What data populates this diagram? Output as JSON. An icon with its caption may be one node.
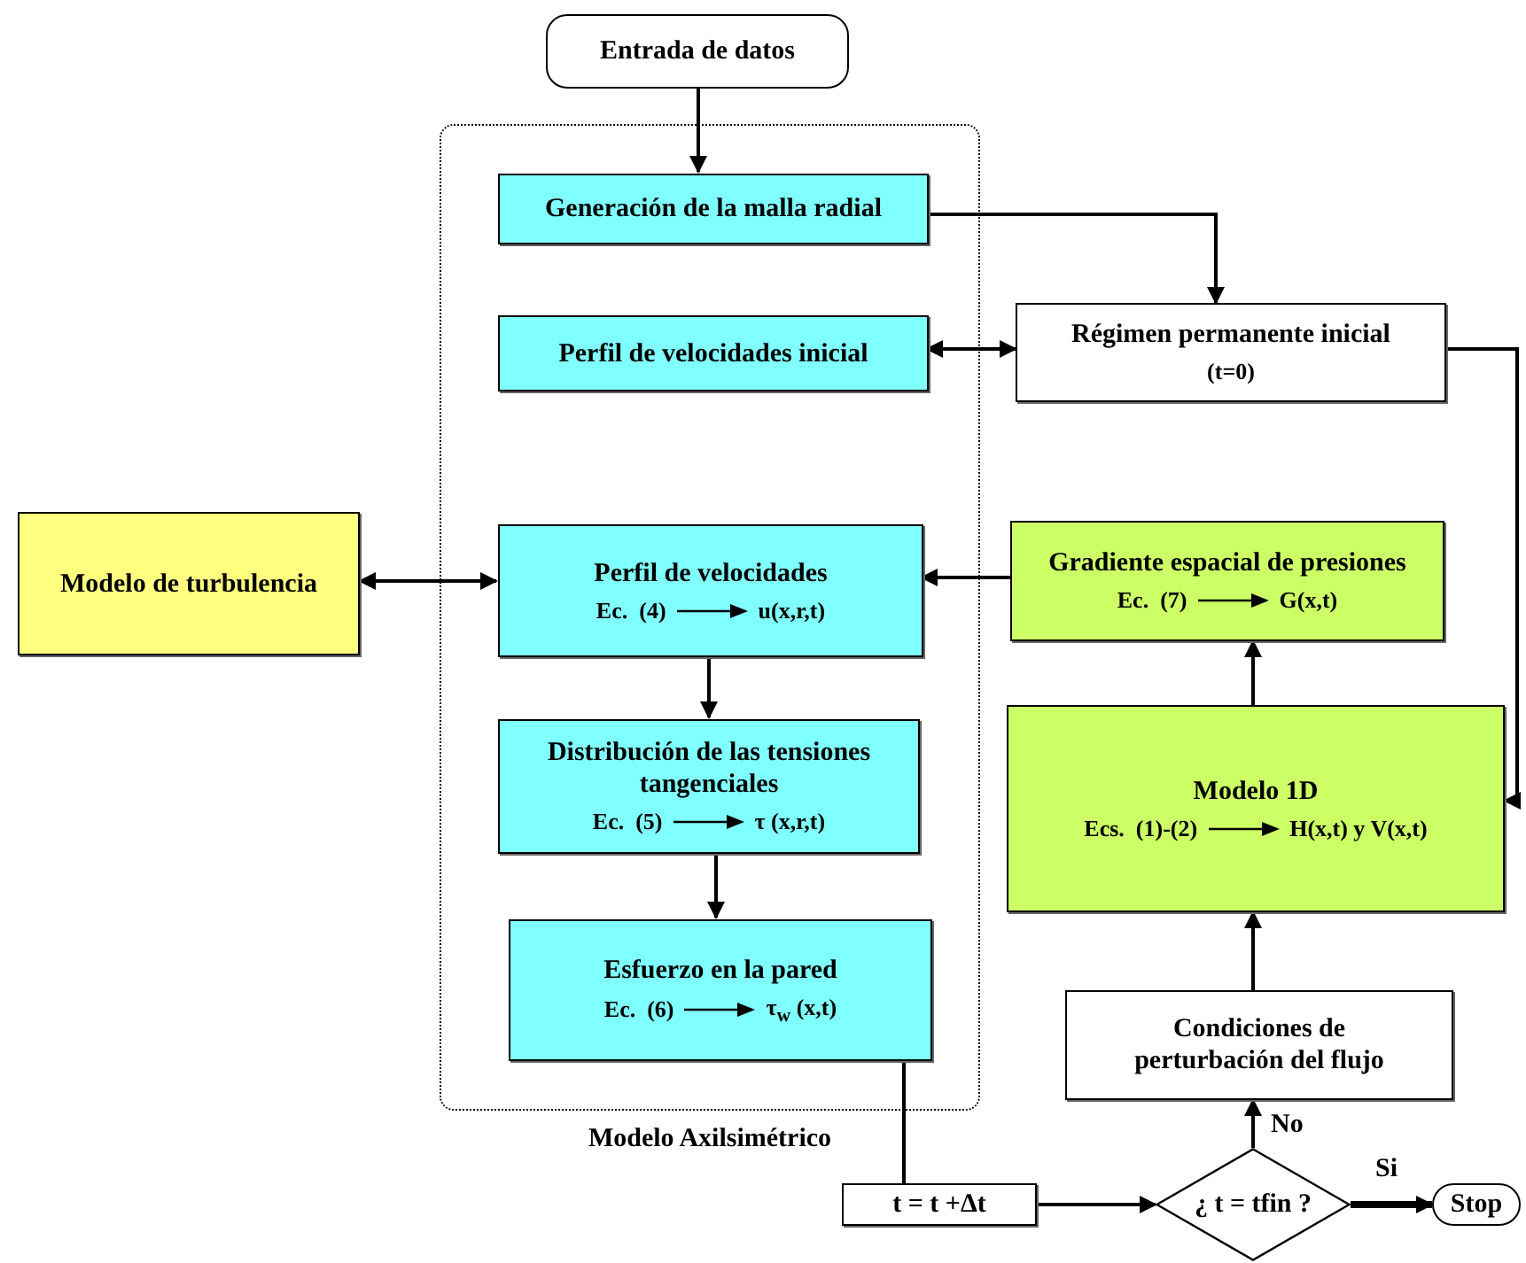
{
  "diagram": {
    "nodes": [
      {
        "text": [
          "Entrada de datos"
        ]
      },
      {
        "text": [
          "Modelo Axilsimétrico"
        ]
      },
      {
        "text": [
          "Generación de la malla radial"
        ],
        "in": 1
      },
      {
        "text": [
          "Perfil de velocidades inicial"
        ],
        "in": 1
      },
      {
        "text": [
          "Régimen permanente inicial",
          "(t=0)"
        ]
      },
      {
        "text": [
          "Modelo de turbulencia"
        ]
      },
      {
        "text": [
          "Perfil de velocidades",
          "Ec.  (4)",
          "u(x,r,t)"
        ],
        "in": 1
      },
      {
        "text": [
          "Gradiente espacial de presiones",
          "Ec.  (7)",
          "G(x,t)"
        ]
      },
      {
        "text": [
          "Distribución de las tensiones tangenciales",
          "Ec.  (5)",
          "τ (x,r,t)"
        ],
        "in": 1
      },
      {
        "text": [
          "Modelo 1D",
          "Ecs.  (1)-(2)",
          "H(x,t) y V(x,t)"
        ]
      },
      {
        "text": [
          "Esfuerzo en la pared",
          "Ec.  (6)",
          "τ$_{w}$ (x,t)"
        ],
        "in": 1
      },
      {
        "text": [
          "Condiciones de perturbación del flujo"
        ]
      },
      {
        "text": [
          "t = t +Δt"
        ]
      },
      {
        "text": [
          "¿ t = tfin ?"
        ]
      },
      {
        "text": [
          "Stop"
        ]
      }
    ],
    "edges": [
      {
        "from": 0,
        "to": 2,
        "arrow": "to"
      },
      {
        "from": 2,
        "to": 4,
        "arrow": "to"
      },
      {
        "from": 3,
        "to": 4,
        "arrow": "both"
      },
      {
        "from": 4,
        "to": 9,
        "arrow": "to"
      },
      {
        "from": 5,
        "to": 6,
        "arrow": "both"
      },
      {
        "from": 7,
        "to": 6,
        "arrow": "to"
      },
      {
        "from": 6,
        "to": 8,
        "arrow": "to"
      },
      {
        "from": 8,
        "to": 10,
        "arrow": "to"
      },
      {
        "from": 10,
        "to": 12,
        "arrow": "none"
      },
      {
        "from": 12,
        "to": 13,
        "arrow": "to"
      },
      {
        "from": 13,
        "to": 11,
        "arrow": "to",
        "label": "No"
      },
      {
        "from": 13,
        "to": 14,
        "arrow": "to",
        "label": "Si",
        "style": "thick"
      },
      {
        "from": 11,
        "to": 9,
        "arrow": "to"
      },
      {
        "from": 9,
        "to": 7,
        "arrow": "to"
      }
    ]
  }
}
